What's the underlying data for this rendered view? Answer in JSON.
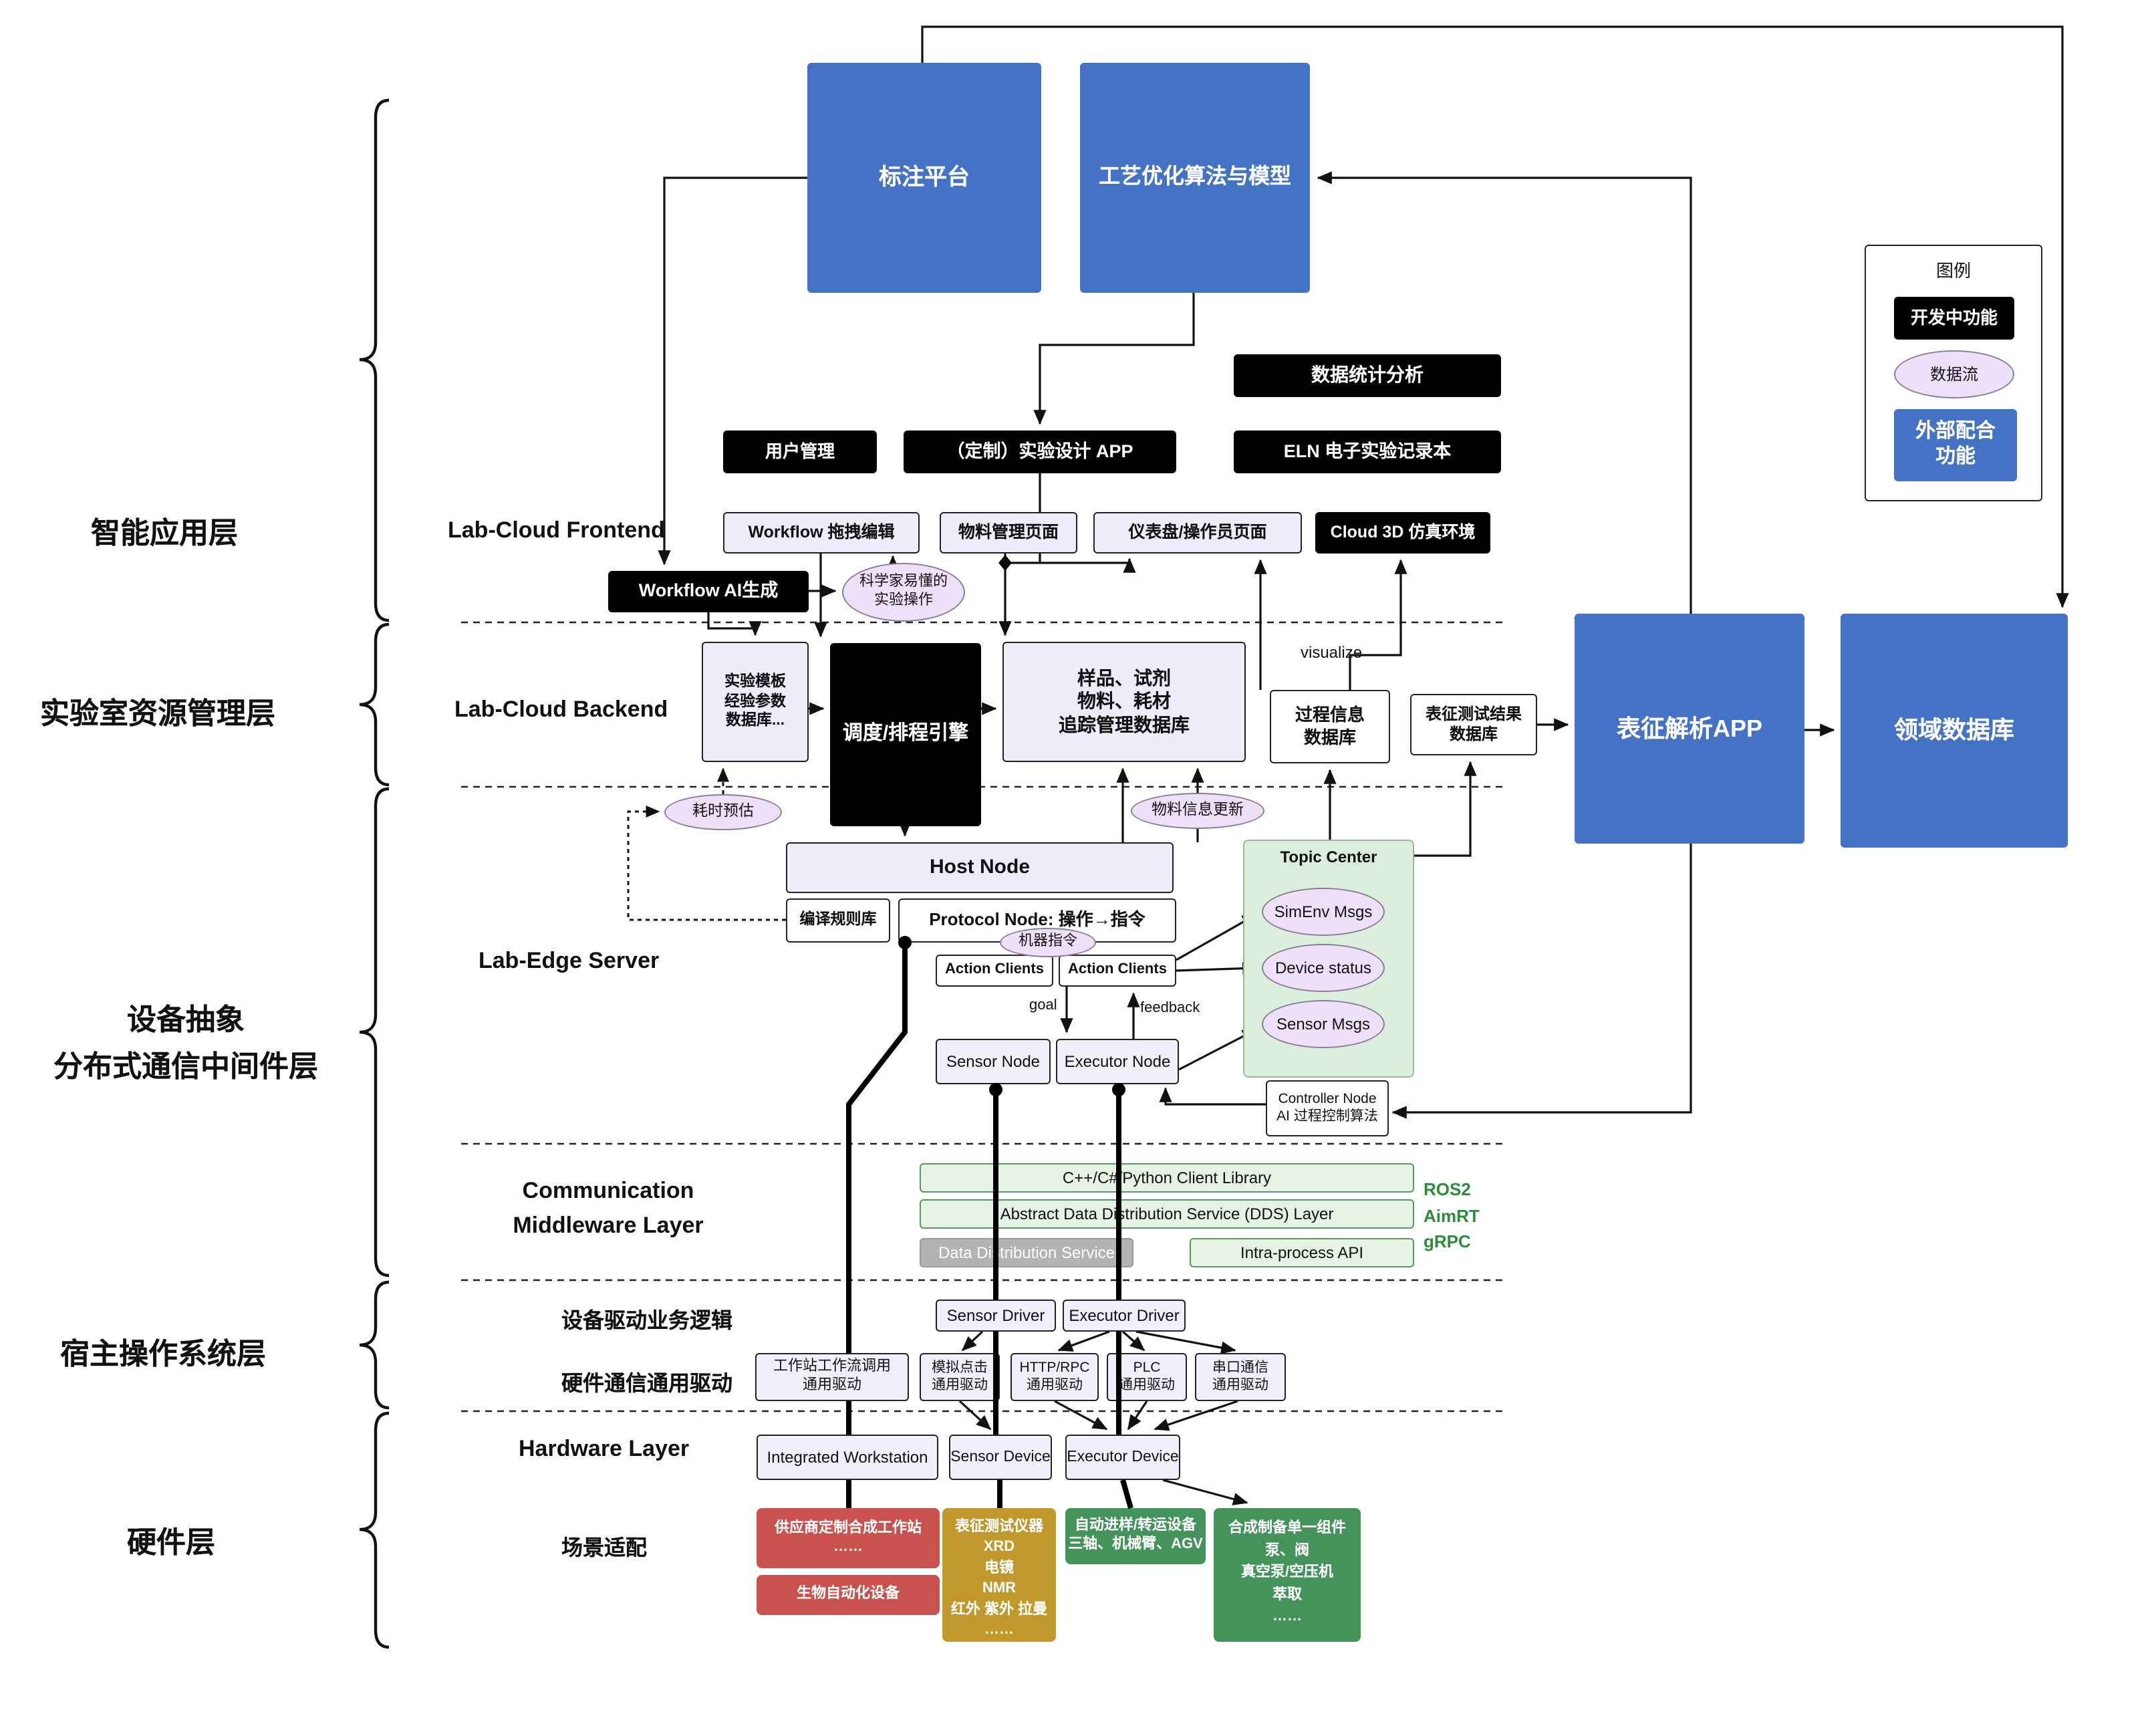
{
  "legend": {
    "title": "图例",
    "dev_feature": "开发中功能",
    "data_flow": "数据流",
    "external_feature": "外部配合\n功能"
  },
  "left_labels": {
    "app": "智能应用层",
    "resource": "实验室资源管理层",
    "device_abs": "设备抽象\n分布式通信中间件层",
    "host_os": "宿主操作系统层",
    "hardware": "硬件层"
  },
  "row_labels": {
    "frontend": "Lab-Cloud Frontend",
    "backend": "Lab-Cloud Backend",
    "edge": "Lab-Edge Server",
    "middleware": "Communication\nMiddleware Layer",
    "driver_logic": "设备驱动业务逻辑",
    "generic_driver": "硬件通信通用驱动",
    "hardware": "Hardware Layer",
    "scene": "场景适配"
  },
  "top": {
    "annotation": "标注平台",
    "optimization": "工艺优化算法与模型"
  },
  "app": {
    "stats": "数据统计分析",
    "user": "用户管理",
    "design_app": "（定制）实验设计 APP",
    "eln": "ELN 电子实验记录本",
    "workflow_edit": "Workflow 拖拽编辑",
    "material_page": "物料管理页面",
    "dashboard": "仪表盘/操作员页面",
    "cloud3d": "Cloud 3D 仿真环境",
    "workflow_ai": "Workflow AI生成",
    "sci_ops": "科学家易懂的\n实验操作"
  },
  "backend": {
    "template_db": "实验模板\n经验参数\n数据库...",
    "scheduler": "调度/排程引擎",
    "tracking_db": "样品、试剂\n物料、耗材\n追踪管理数据库",
    "process_db": "过程信息\n数据库",
    "char_db": "表征测试结果\n数据库",
    "char_app": "表征解析APP",
    "domain_db": "领域数据库",
    "visualize": "visualize",
    "time_est": "耗时预估",
    "material_update": "物料信息更新"
  },
  "edge": {
    "host": "Host Node",
    "rules": "编译规则库",
    "protocol": "Protocol Node: 操作→指令",
    "machine_cmd": "机器指令",
    "action_left": "Action Clients",
    "action_right": "Action Clients",
    "goal": "goal",
    "feedback": "feedback",
    "sensor_node": "Sensor Node",
    "executor_node": "Executor Node",
    "topic": "Topic Center",
    "simenv": "SimEnv Msgs",
    "device_status": "Device status",
    "sensor_msgs": "Sensor Msgs",
    "controller": "Controller Node\nAI 过程控制算法"
  },
  "middleware": {
    "client_lib": "C++/C#/Python Client Library",
    "dds_layer": "Abstract Data Distribution Service (DDS) Layer",
    "dds_service": "Data Distribution Service",
    "intra": "Intra-process API",
    "stack": "ROS2\nAimRT\ngRPC"
  },
  "os": {
    "sensor_driver": "Sensor Driver",
    "executor_driver": "Executor Driver",
    "ws_driver": "工作站工作流调用\n通用驱动",
    "click_driver": "模拟点击\n通用驱动",
    "http_driver": "HTTP/RPC\n通用驱动",
    "plc_driver": "PLC\n通用驱动",
    "serial_driver": "串口通信\n通用驱动"
  },
  "hardware": {
    "workstation": "Integrated Workstation",
    "sensor_device": "Sensor Device",
    "executor_device": "Executor Device"
  },
  "scene": {
    "vendor_ws": "供应商定制合成工作站\n……",
    "bio": "生物自动化设备",
    "char_inst": "表征测试仪器\nXRD\n电镜\nNMR\n红外 紫外 拉曼\n……",
    "transfer": "自动进样/转运设备\n三轴、机械臂、AGV",
    "component": "合成制备单一组件\n泵、阀\n真空泵/空压机\n萃取\n……"
  },
  "colors": {
    "blue": "#4472c4",
    "black": "#000000",
    "pill_purple": "#eee0f9",
    "green_panel": "#daeedb",
    "red": "#c9524e",
    "gold": "#c0982b",
    "green": "#43935a"
  }
}
